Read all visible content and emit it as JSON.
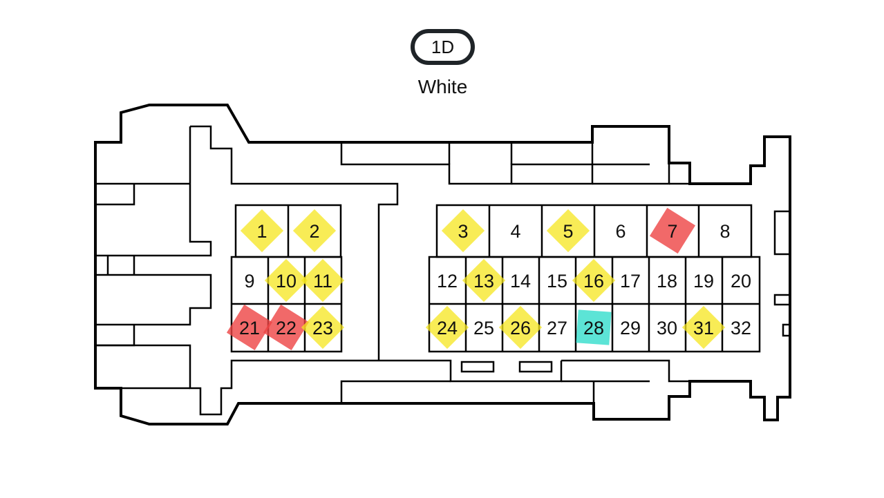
{
  "connector": {
    "id": "1D",
    "color_name": "White"
  },
  "marker_colors": {
    "yellow": "#f5e61e",
    "red": "#ee4444",
    "cyan": "#33ddcc"
  },
  "pins": [
    {
      "n": "1",
      "marker": "yellow"
    },
    {
      "n": "2",
      "marker": "yellow"
    },
    {
      "n": "3",
      "marker": "yellow"
    },
    {
      "n": "4",
      "marker": null
    },
    {
      "n": "5",
      "marker": "yellow"
    },
    {
      "n": "6",
      "marker": null
    },
    {
      "n": "7",
      "marker": "red"
    },
    {
      "n": "8",
      "marker": null
    },
    {
      "n": "9",
      "marker": null
    },
    {
      "n": "10",
      "marker": "yellow"
    },
    {
      "n": "11",
      "marker": "yellow"
    },
    {
      "n": "12",
      "marker": null
    },
    {
      "n": "13",
      "marker": "yellow"
    },
    {
      "n": "14",
      "marker": null
    },
    {
      "n": "15",
      "marker": null
    },
    {
      "n": "16",
      "marker": "yellow"
    },
    {
      "n": "17",
      "marker": null
    },
    {
      "n": "18",
      "marker": null
    },
    {
      "n": "19",
      "marker": null
    },
    {
      "n": "20",
      "marker": null
    },
    {
      "n": "21",
      "marker": "red"
    },
    {
      "n": "22",
      "marker": "red"
    },
    {
      "n": "23",
      "marker": "yellow"
    },
    {
      "n": "24",
      "marker": "yellow"
    },
    {
      "n": "25",
      "marker": null
    },
    {
      "n": "26",
      "marker": "yellow"
    },
    {
      "n": "27",
      "marker": null
    },
    {
      "n": "28",
      "marker": "cyan"
    },
    {
      "n": "29",
      "marker": null
    },
    {
      "n": "30",
      "marker": null
    },
    {
      "n": "31",
      "marker": "yellow"
    },
    {
      "n": "32",
      "marker": null
    }
  ]
}
